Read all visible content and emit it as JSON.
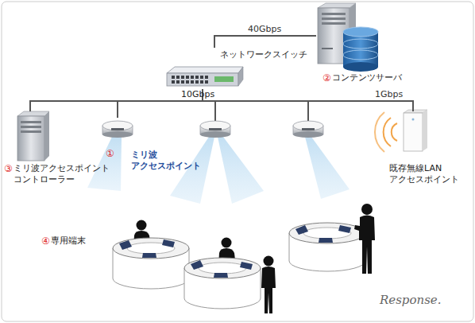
{
  "diagram": {
    "nodes": [
      {
        "text": [
          "コンテンツサーバ"
        ]
      },
      {
        "text": [
          "ネットワークスイッチ"
        ]
      },
      {
        "text": [
          "ミリ波アクセスポイント コントローラー"
        ]
      },
      {
        "text": [
          "ミリ波 アクセスポイント"
        ]
      },
      {
        "text": [
          "既存無線LAN アクセスポイント"
        ]
      },
      {
        "text": [
          "専用端末"
        ]
      }
    ],
    "edges": [
      {
        "from": 1,
        "to": 0,
        "arrow": "none",
        "label": "40Gbps"
      },
      {
        "from": 1,
        "to": 2,
        "arrow": "none"
      },
      {
        "from": 1,
        "to": 3,
        "arrow": "none"
      },
      {
        "from": 1,
        "to": 4,
        "arrow": "none",
        "label": "1Gbps"
      }
    ],
    "labels": [
      "②",
      "10Gbps",
      "③",
      "①",
      "④",
      "Response."
    ]
  }
}
